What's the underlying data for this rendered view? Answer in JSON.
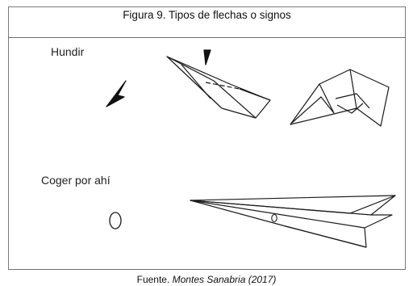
{
  "figure": {
    "caption": "Figura 9. Tipos de flechas o signos",
    "items": [
      {
        "label": "Hundir",
        "symbol": "valley-fold-arrow"
      },
      {
        "label": "Coger por ahí",
        "symbol": "hold-here-circle"
      }
    ],
    "source_prefix": "Fuente. ",
    "source_author": "Montes Sanabria (2017)"
  }
}
